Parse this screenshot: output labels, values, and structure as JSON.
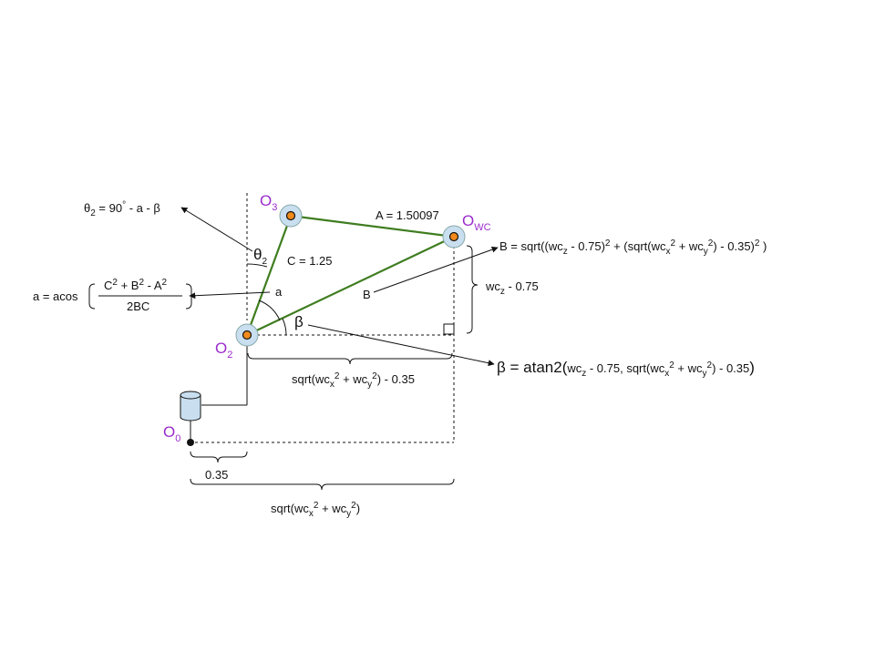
{
  "points": {
    "o0": {
      "name": "O",
      "sub": "0"
    },
    "o2": {
      "name": "O",
      "sub": "2"
    },
    "o3": {
      "name": "O",
      "sub": "3"
    },
    "owc": {
      "name": "O",
      "sub": "WC"
    }
  },
  "links": {
    "A": "A = 1.50097",
    "C": "C = 1.25"
  },
  "angles": {
    "theta": "θ",
    "theta_sub": "2",
    "a": "a",
    "beta": "β"
  },
  "formulas": {
    "theta2": {
      "t1": "θ",
      "t2": "2",
      "t3": " = 90",
      "t4": "°",
      "t5": " - a - β"
    },
    "acos": {
      "prefix": "a = acos",
      "num_t1": "C",
      "num_t2": "2",
      "num_t3": " + B",
      "num_t4": "2",
      "num_t5": " - A",
      "num_t6": "2",
      "den": "2BC"
    },
    "B": {
      "t1": "B = sqrt((wc",
      "t2": "z",
      "t3": " - 0.75)",
      "t4": "2",
      "t5": " + (sqrt(wc",
      "t6": "x",
      "t7": "2",
      "t8": " + wc",
      "t9": "y",
      "t10": "2",
      "t11": ") - 0.35)",
      "t12": "2",
      "t13": " )"
    },
    "beta": {
      "t1": "β = atan2(",
      "t2": "wc",
      "t3": "z",
      "t4": " - 0.75, sqrt(wc",
      "t5": "x",
      "t6": "2",
      "t7": " + wc",
      "t8": "y",
      "t9": "2",
      "t10": ") - 0.35",
      "t11": ")"
    }
  },
  "dimensions": {
    "B_label": "B",
    "wcz": {
      "t1": "wc",
      "t2": "z",
      "t3": " - 0.75"
    },
    "horiz": {
      "t1": "sqrt(wc",
      "t2": "x",
      "t3": "2",
      "t4": " + wc",
      "t5": "y",
      "t6": "2",
      "t7": ") - 0.35"
    },
    "offset": "0.35",
    "total": {
      "t1": "sqrt(wc",
      "t2": "x",
      "t3": "2",
      "t4": " + wc",
      "t5": "y",
      "t6": "2",
      "t7": ")"
    }
  },
  "colors": {
    "link": "#3f7d20",
    "joint_fill": "#c9dff0",
    "joint_core": "#f08a1c",
    "label": "#9a2ccc"
  }
}
